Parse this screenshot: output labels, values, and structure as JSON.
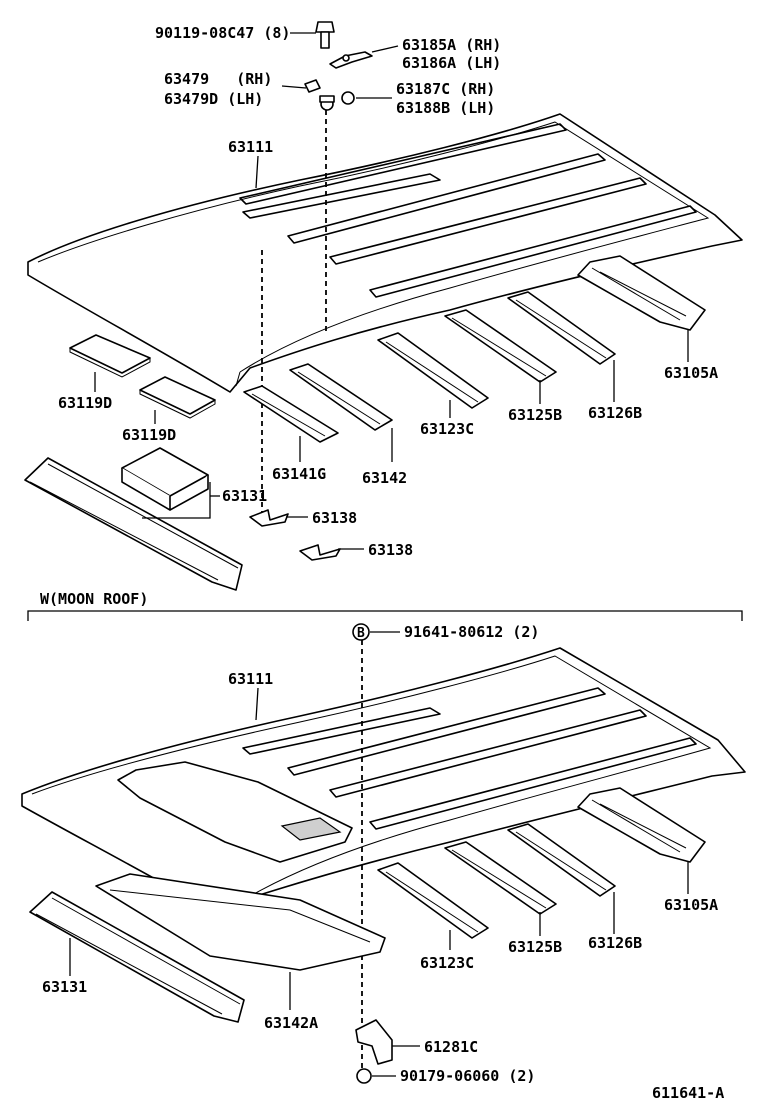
{
  "section_header": "W(MOON ROOF)",
  "diagram_code": "611641-A",
  "upper_labels": {
    "bolt": "90119-08C47 (8)",
    "clip_rh": "63185A (RH)",
    "clip_lh": "63186A (LH)",
    "seal_rh": "63479   (RH)",
    "seal_lh": "63479D (LH)",
    "nut_rh": "63187C (RH)",
    "nut_lh": "63188B (LH)",
    "roof_panel": "63111",
    "silencer_a": "63119D",
    "silencer_b": "63119D",
    "reinf_rear": "63105A",
    "reinf_126": "63126B",
    "reinf_125": "63125B",
    "reinf_123": "63123C",
    "reinf_142": "63142",
    "reinf_141": "63141G",
    "front_rail": "63131",
    "bracket_a": "63138",
    "bracket_b": "63138"
  },
  "lower_labels": {
    "screw": "91641-80612 (2)",
    "screw_marker": "B",
    "roof_panel": "63111",
    "reinf_rear": "63105A",
    "reinf_126": "63126B",
    "reinf_125": "63125B",
    "reinf_123": "63123C",
    "front_rail": "63131",
    "moonroof_reinf": "63142A",
    "bracket": "61281C",
    "nut": "90179-06060 (2)"
  }
}
